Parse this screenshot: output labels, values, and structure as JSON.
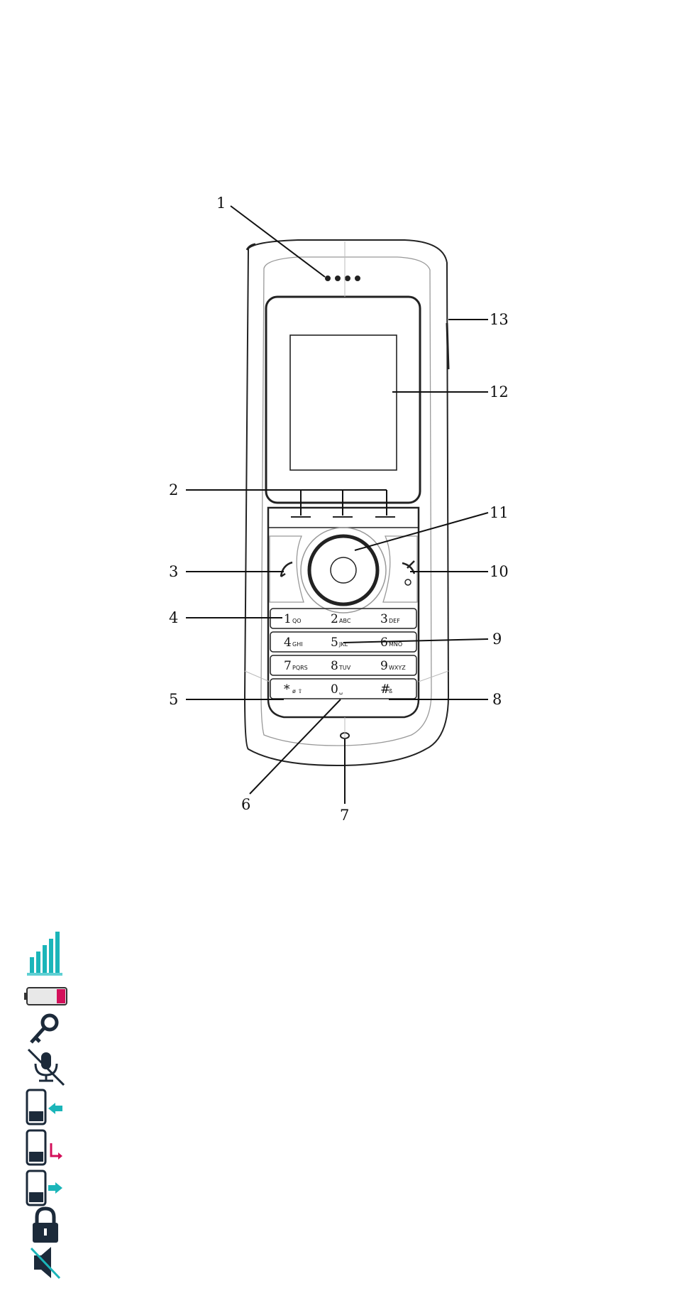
{
  "callouts": [
    "1",
    "2",
    "3",
    "4",
    "5",
    "6",
    "7",
    "8",
    "9",
    "10",
    "11",
    "12",
    "13"
  ],
  "keypad": [
    {
      "digit": "1",
      "letters": "QO"
    },
    {
      "digit": "2",
      "letters": "ABC"
    },
    {
      "digit": "3",
      "letters": "DEF"
    },
    {
      "digit": "4",
      "letters": "GHI"
    },
    {
      "digit": "5",
      "letters": "JKL"
    },
    {
      "digit": "6",
      "letters": "MNO"
    },
    {
      "digit": "7",
      "letters": "PQRS"
    },
    {
      "digit": "8",
      "letters": "TUV"
    },
    {
      "digit": "9",
      "letters": "WXYZ"
    },
    {
      "digit": "*",
      "letters": "ø ⇧"
    },
    {
      "digit": "0",
      "letters": "␣"
    },
    {
      "digit": "#",
      "letters": "ß"
    }
  ],
  "status_icons": [
    {
      "name": "signal-strength-icon"
    },
    {
      "name": "battery-low-icon"
    },
    {
      "name": "key-icon"
    },
    {
      "name": "microphone-muted-icon"
    },
    {
      "name": "incoming-call-icon"
    },
    {
      "name": "missed-call-icon"
    },
    {
      "name": "outgoing-call-icon"
    },
    {
      "name": "keypad-lock-icon"
    },
    {
      "name": "sound-off-icon"
    }
  ],
  "colors": {
    "line": "#111111",
    "teal": "#1bb5b9",
    "magenta": "#d3105a",
    "dark": "#1c2a3a"
  }
}
